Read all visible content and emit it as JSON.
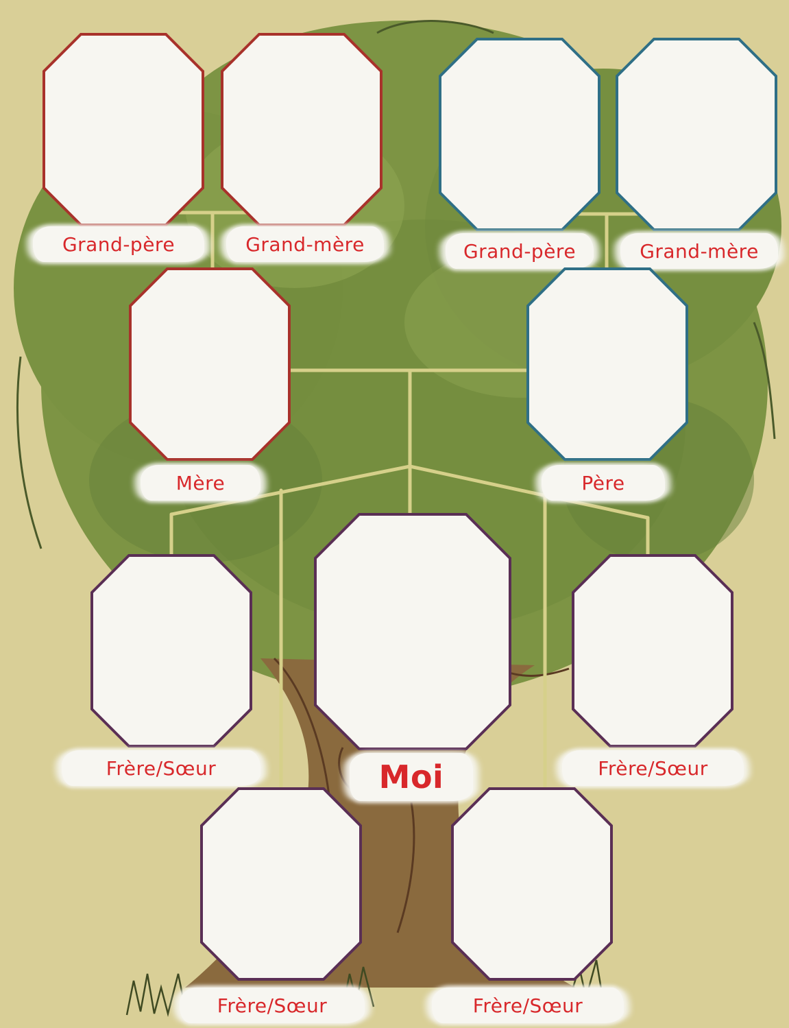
{
  "colors": {
    "background": "#d9cf97",
    "canopy": "#7d9444",
    "canopy_dark": "#66803a",
    "trunk": "#8a6a3e",
    "trunk_dark": "#5a3a22",
    "connector": "#d6d08a",
    "maternal": "#a8322b",
    "paternal": "#2f6f86",
    "siblings": "#5a2f55",
    "label_text": "#d8282b",
    "photo_fill": "#f7f6f1"
  },
  "tree": {
    "grandparents_maternal": {
      "grandfather": "Grand-père",
      "grandmother": "Grand-mère"
    },
    "grandparents_paternal": {
      "grandfather": "Grand-père",
      "grandmother": "Grand-mère"
    },
    "parents": {
      "mother": "Mère",
      "father": "Père"
    },
    "self": "Moi",
    "siblings": [
      "Frère/Sœur",
      "Frère/Sœur",
      "Frère/Sœur",
      "Frère/Sœur"
    ]
  }
}
